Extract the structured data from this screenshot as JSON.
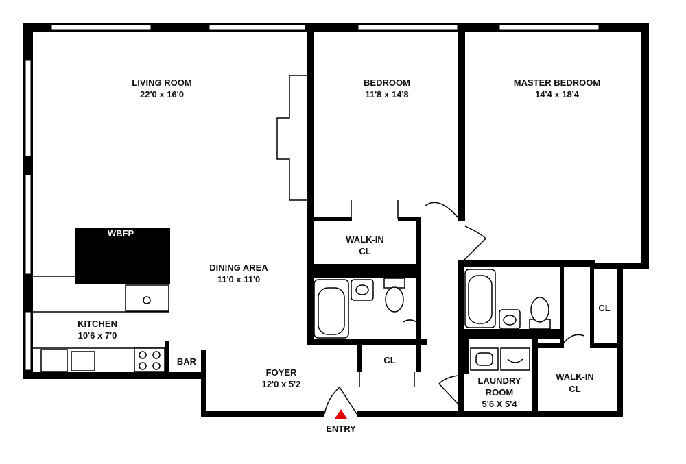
{
  "rooms": {
    "living": {
      "name": "LIVING ROOM",
      "dim": "22'0 x 16'0"
    },
    "bedroom": {
      "name": "BEDROOM",
      "dim": "11'8 x 14'8"
    },
    "master": {
      "name": "MASTER BEDROOM",
      "dim": "14'4 x 18'4"
    },
    "dining": {
      "name": "DINING AREA",
      "dim": "11'0 x 11'0"
    },
    "kitchen": {
      "name": "KITCHEN",
      "dim": "10'6 x 7'0"
    },
    "foyer": {
      "name": "FOYER",
      "dim": "12'0 x 5'2"
    },
    "laundry": {
      "name1": "LAUNDRY",
      "name2": "ROOM",
      "dim": "5'6 X 5'4"
    },
    "walkin1": {
      "name1": "WALK-IN",
      "name2": "CL"
    },
    "walkin2": {
      "name1": "WALK-IN",
      "name2": "CL"
    }
  },
  "labels": {
    "wbfp": "WBFP",
    "bar": "BAR",
    "cl_hall": "CL",
    "cl_master": "CL",
    "entry": "ENTRY"
  },
  "colors": {
    "wall": "#000000",
    "entry_marker": "#e00000"
  }
}
